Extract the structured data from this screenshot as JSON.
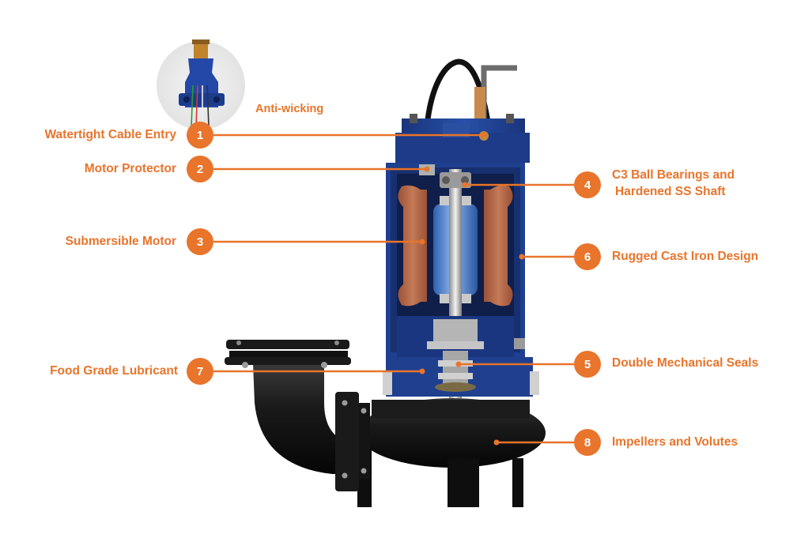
{
  "colors": {
    "accent": "#e9742b",
    "text": "#e9742b",
    "casing_blue": "#1f3f8f",
    "casing_dark": "#13275e",
    "winding_copper": "#b86a48",
    "rotor_blue": "#4f86d6",
    "iron_black": "#141414"
  },
  "inset": {
    "label": "Anti-wicking"
  },
  "callouts": [
    {
      "number": "1",
      "label": "Watertight Cable Entry"
    },
    {
      "number": "2",
      "label": "Motor Protector"
    },
    {
      "number": "3",
      "label": "Submersible Motor"
    },
    {
      "number": "4",
      "label": "C3 Ball Bearings and",
      "label2": "Hardened SS Shaft"
    },
    {
      "number": "5",
      "label": "Double Mechanical Seals"
    },
    {
      "number": "6",
      "label": "Rugged Cast Iron Design"
    },
    {
      "number": "7",
      "label": "Food Grade Lubricant"
    },
    {
      "number": "8",
      "label": "Impellers and Volutes"
    }
  ]
}
